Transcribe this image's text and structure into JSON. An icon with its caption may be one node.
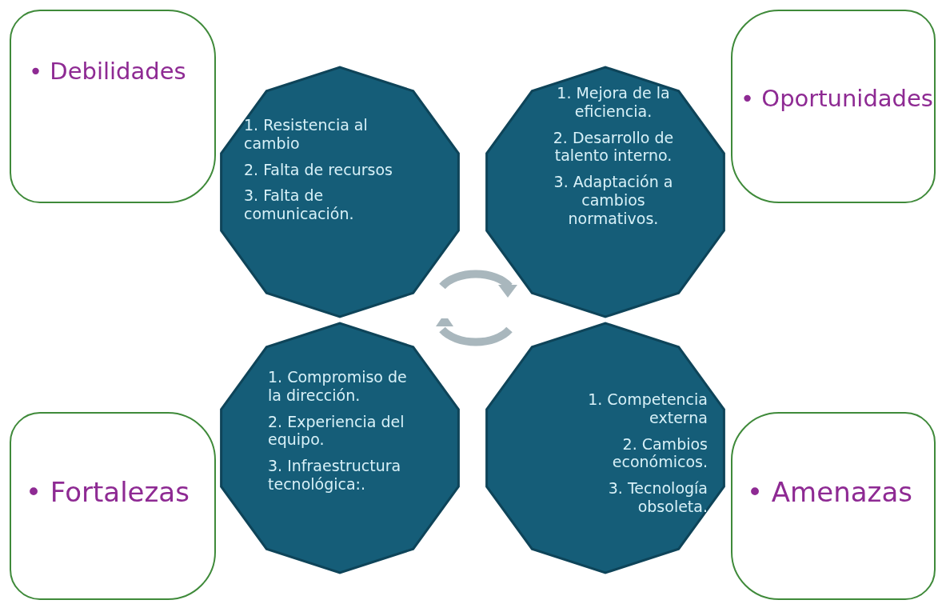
{
  "diagram": {
    "nodes": [
      {
        "text": [
          "• Debilidades"
        ]
      },
      {
        "text": [
          "1. Resistencia al cambio",
          "2. Falta de recursos",
          "3. Falta de comunicación."
        ]
      },
      {
        "text": [
          "1. Mejora de la eficiencia.",
          "2. Desarrollo de talento interno.",
          "3. Adaptación a cambios normativos."
        ]
      },
      {
        "text": [
          "• Oportunidades"
        ]
      },
      {
        "text": [
          "• Fortalezas"
        ]
      },
      {
        "text": [
          "1. Compromiso de la dirección.",
          "2. Experiencia del equipo.",
          "3. Infraestructura tecnológica:."
        ]
      },
      {
        "text": [
          "1. Competencia externa",
          "2. Cambios económicos.",
          "3. Tecnología obsoleta."
        ]
      },
      {
        "text": [
          "• Amenazas"
        ]
      }
    ],
    "edges": []
  }
}
